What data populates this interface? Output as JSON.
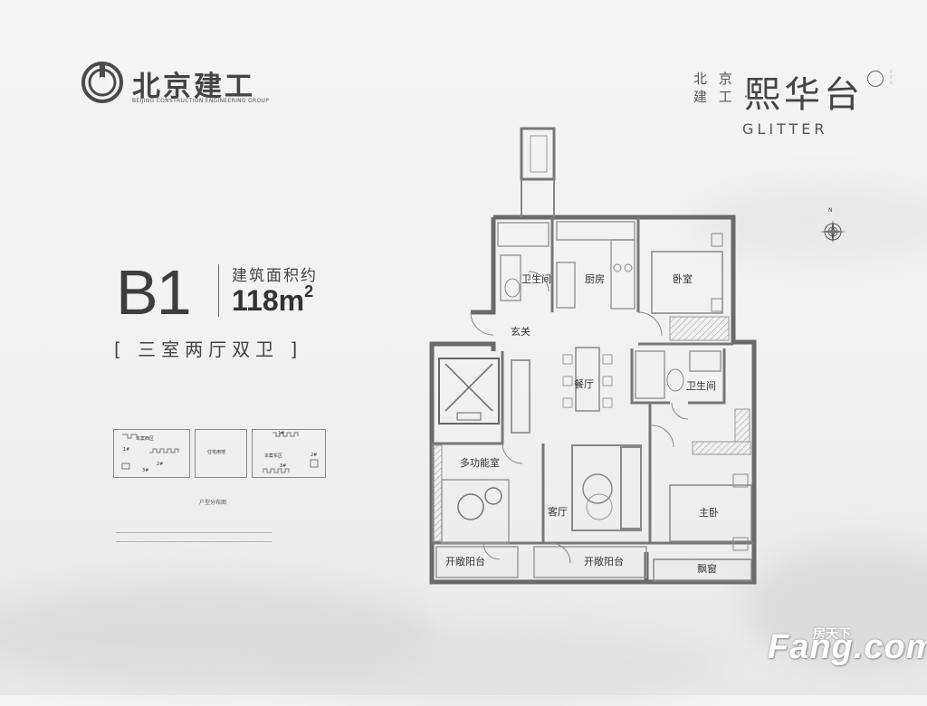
{
  "developer": {
    "name_cn": "北京建工",
    "name_en": "BEIJING CONSTRUCTION ENGINEERING GROUP"
  },
  "project": {
    "brand_small_line1": "北 京",
    "brand_small_line2": "建 工 ·",
    "brand_big": "熙华台",
    "brand_en": "GLITTER"
  },
  "unit": {
    "code": "B1",
    "area_label": "建筑面积约",
    "area_number": "118m",
    "area_exponent": "2",
    "layout": "[ 三室两厅双卫 ]"
  },
  "distribution_map": {
    "caption": "户型分布图",
    "zone_west": "本案西区",
    "zone_east": "本案东区",
    "residential_land": "住宅用地",
    "b1": "1#",
    "b2": "2#",
    "b3": "3#",
    "e1": "1#",
    "e2": "2#",
    "e3": "3#"
  },
  "rooms": {
    "bath_1": "卫生间",
    "kitchen": "厨房",
    "bedroom": "卧室",
    "entry": "玄关",
    "dining": "餐厅",
    "bath_2": "卫生间",
    "multi_room": "多功能室",
    "living": "客厅",
    "master": "主卧",
    "balcony_left": "开敞阳台",
    "balcony_right": "开敞阳台",
    "bay_window": "飘窗"
  },
  "compass": {
    "north": "N"
  },
  "watermark": {
    "text": "Fang.com",
    "cn": "房天下"
  },
  "colors": {
    "wall": "#6a6a6a",
    "line": "#8a8a8a",
    "text": "#3a3a3a"
  }
}
